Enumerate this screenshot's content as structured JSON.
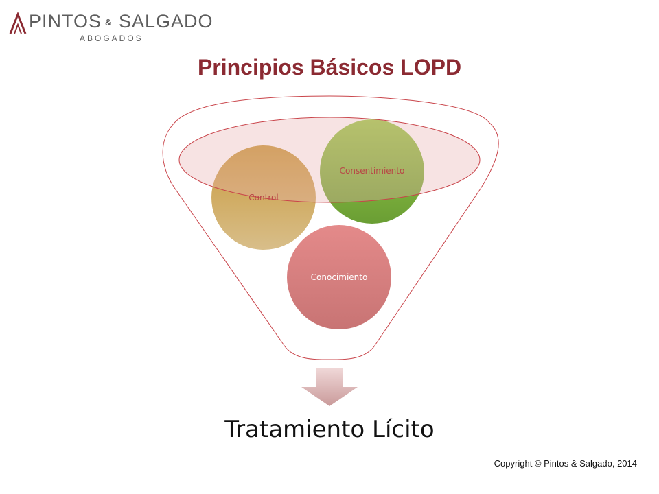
{
  "logo": {
    "name_left": "PINTOS",
    "ampersand": "&",
    "name_right": "SALGADO",
    "subtitle": "ABOGADOS",
    "icon": "stylized-A-mark-icon",
    "color": "#8b2a32"
  },
  "title": "Principios Básicos LOPD",
  "funnel": {
    "circles": [
      {
        "label": "Control",
        "color": "#c8a050"
      },
      {
        "label": "Consentimiento",
        "color": "#7cb342"
      },
      {
        "label": "Conocimiento",
        "color": "#d47a7a"
      }
    ],
    "result": "Tratamiento Lícito",
    "arrow_icon": "down-arrow-icon"
  },
  "copyright": "Copyright © Pintos & Salgado, 2014",
  "colors": {
    "accent": "#8b2a32",
    "funnel_outline": "#c9444a",
    "ellipse_fill": "#f1d6d6"
  }
}
